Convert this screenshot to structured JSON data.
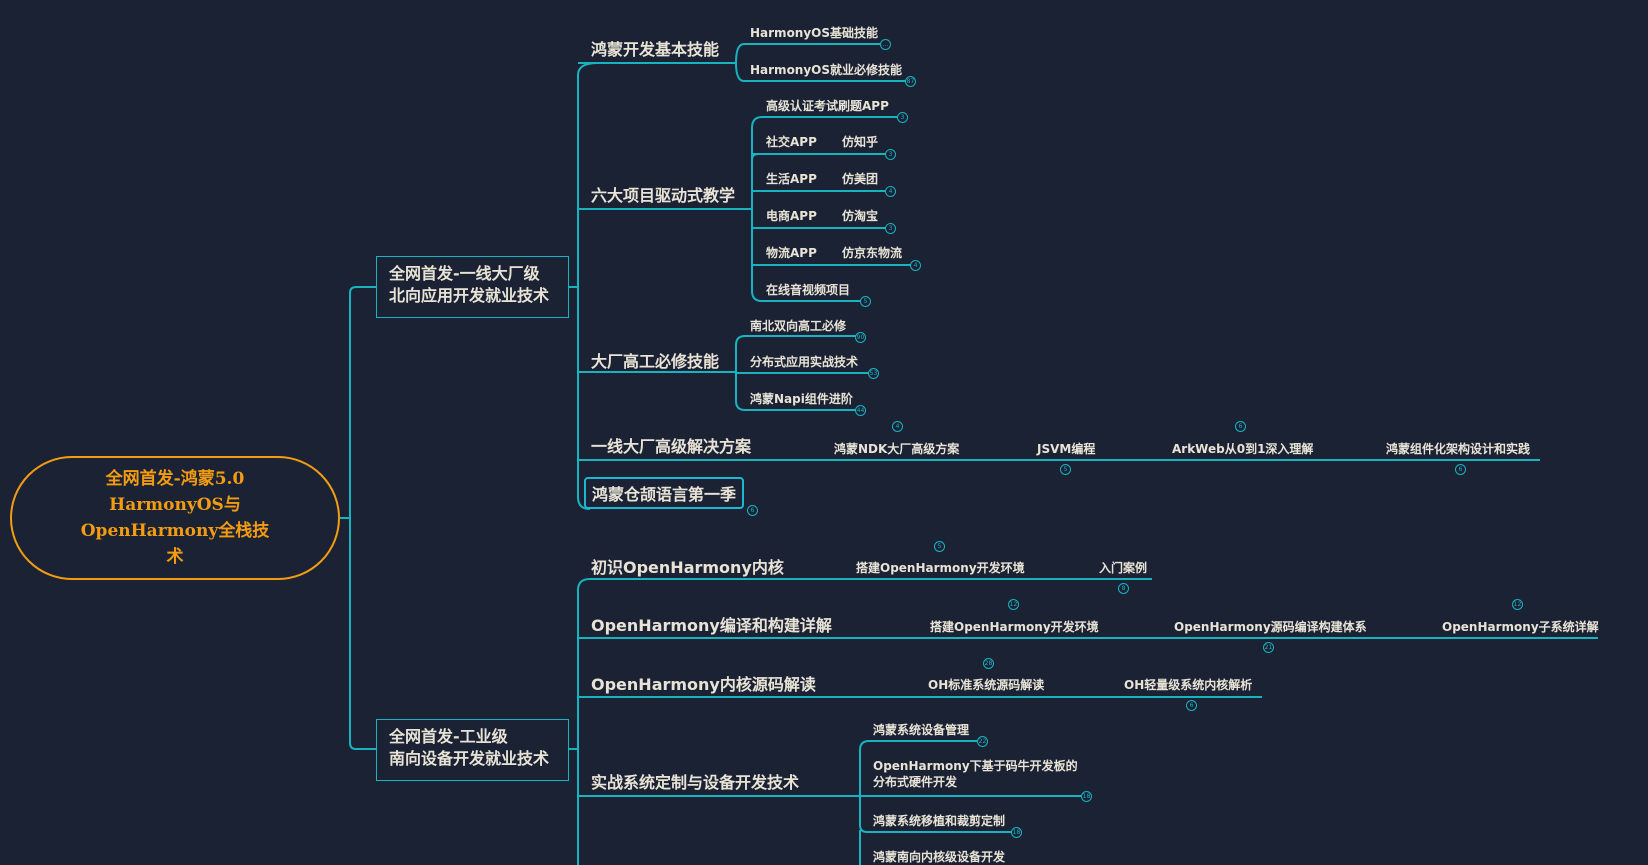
{
  "root": {
    "label": "全网首发-鸿蒙5.0 HarmonyOS与 OpenHarmony全栈技 术",
    "lines": [
      "全网首发-鸿蒙5.0",
      "HarmonyOS与",
      "OpenHarmony全栈技",
      "术"
    ]
  },
  "colors": {
    "background": "#1b2233",
    "line": "#17b3c1",
    "root_accent": "#f39c12",
    "text": "#e8e3d6"
  },
  "branches": [
    {
      "lines": [
        "全网首发-一线大厂级",
        "北向应用开发就业技术"
      ],
      "topics": [
        {
          "label": "鸿蒙开发基本技能",
          "children": [
            {
              "label": "HarmonyOS基础技能",
              "badge": "..."
            },
            {
              "label": "HarmonyOS就业必修技能",
              "badge": "87"
            }
          ]
        },
        {
          "label": "六大项目驱动式教学",
          "children": [
            {
              "label": "高级认证考试刷题APP",
              "badge": "3"
            },
            {
              "label": "社交APP",
              "sub": "仿知乎",
              "badge": "3"
            },
            {
              "label": "生活APP",
              "sub": "仿美团",
              "badge": "4"
            },
            {
              "label": "电商APP",
              "sub": "仿淘宝",
              "badge": "3"
            },
            {
              "label": "物流APP",
              "sub": "仿京东物流",
              "badge": "4"
            },
            {
              "label": "在线音视频项目",
              "badge": "5"
            }
          ]
        },
        {
          "label": "大厂高工必修技能",
          "children": [
            {
              "label": "南北双向高工必修",
              "badge": "90"
            },
            {
              "label": "分布式应用实战技术",
              "badge": "53"
            },
            {
              "label": "鸿蒙Napi组件进阶",
              "badge": "44"
            }
          ]
        },
        {
          "label": "一线大厂高级解决方案",
          "children": [
            {
              "label": "鸿蒙NDK大厂高级方案",
              "badge": "4"
            },
            {
              "label": "JSVM编程",
              "badge": "5"
            },
            {
              "label": "ArkWeb从0到1深入理解",
              "badge": "6"
            },
            {
              "label": "鸿蒙组件化架构设计和实践",
              "badge": "6"
            }
          ]
        },
        {
          "label": "鸿蒙仓颉语言第一季",
          "badge": "6"
        }
      ]
    },
    {
      "lines": [
        "全网首发-工业级",
        "南向设备开发就业技术"
      ],
      "topics": [
        {
          "label": "初识OpenHarmony内核",
          "children": [
            {
              "label": "搭建OpenHarmony开发环境",
              "badge": "5"
            },
            {
              "label": "入门案例",
              "badge": "8"
            }
          ]
        },
        {
          "label": "OpenHarmony编译和构建详解",
          "children": [
            {
              "label": "搭建OpenHarmony开发环境",
              "badge": "12"
            },
            {
              "label": "OpenHarmony源码编译构建体系",
              "badge": "21"
            },
            {
              "label": "OpenHarmony子系统详解",
              "badge": "12"
            }
          ]
        },
        {
          "label": "OpenHarmony内核源码解读",
          "children": [
            {
              "label": "OH标准系统源码解读",
              "badge": "28"
            },
            {
              "label": "OH轻量级系统内核解析",
              "badge": "6"
            }
          ]
        },
        {
          "label": "实战系统定制与设备开发技术",
          "children": [
            {
              "label": "鸿蒙系统设备管理",
              "badge": "22"
            },
            {
              "label": "OpenHarmony下基于码牛开发板的分布式硬件开发",
              "lines": [
                "OpenHarmony下基于码牛开发板的",
                "分布式硬件开发"
              ],
              "badge": "18"
            },
            {
              "label": "鸿蒙系统移植和裁剪定制",
              "badge": "18"
            },
            {
              "label": "鸿蒙南向内核级设备开发"
            }
          ]
        }
      ]
    }
  ]
}
